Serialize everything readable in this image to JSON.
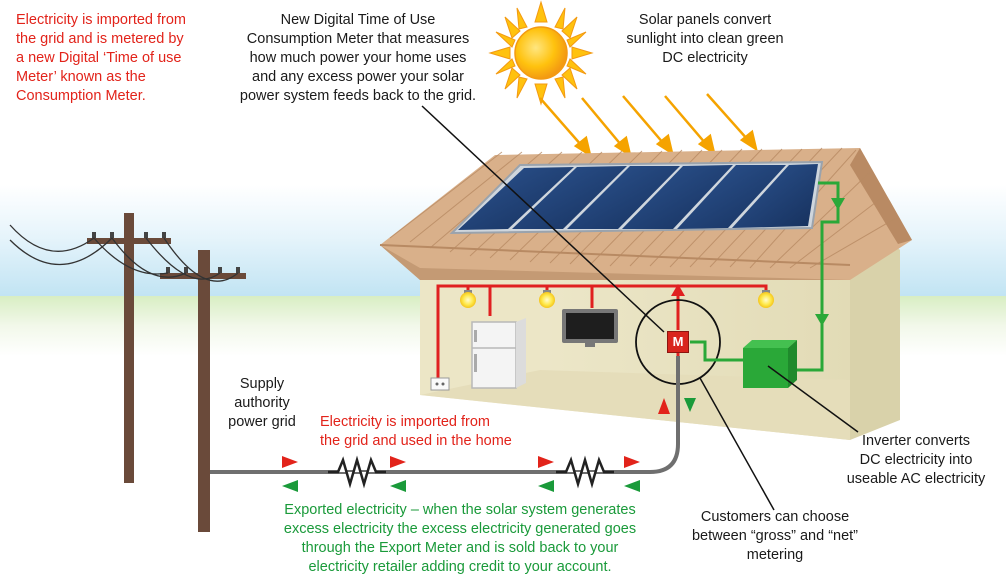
{
  "labels": {
    "grid_import_meter": [
      "Electricity is imported from",
      "the grid and is metered by",
      "a new Digital ‘Time of use",
      "Meter’ known as the",
      "Consumption Meter."
    ],
    "digital_meter": [
      "New Digital Time of Use",
      "Consumption Meter that measures",
      "how much power your home uses",
      "and any excess power your solar",
      "power system feeds back to the grid."
    ],
    "solar_panels": [
      "Solar panels convert",
      "sunlight into clean green",
      "DC electricity"
    ],
    "supply_grid": [
      "Supply",
      "authority",
      "power grid"
    ],
    "imported_home": [
      "Electricity is imported from",
      "the grid and used in the home"
    ],
    "inverter": [
      "Inverter converts",
      "DC electricity into",
      "useable AC electricity"
    ],
    "customers_choice": [
      "Customers can choose",
      "between “gross” and “net”",
      "metering"
    ],
    "exported": [
      "Exported electricity – when the solar system generates",
      "excess electricity the excess electricity generated goes",
      "through the Export Meter and is sold back to your",
      "electricity retailer adding credit to your account."
    ],
    "meter_letter": "M"
  },
  "colors": {
    "import_red": "#e2231a",
    "export_green": "#1a9a3a",
    "wire_red": "#e02020",
    "panel_blue": "#1b3a6b",
    "inverter_green": "#2aa838",
    "roof_tan": "#d9b08a",
    "wall_beige": "#e9e3c2",
    "sun_yellow": "#ffc20e",
    "sun_orange": "#f39a12"
  }
}
